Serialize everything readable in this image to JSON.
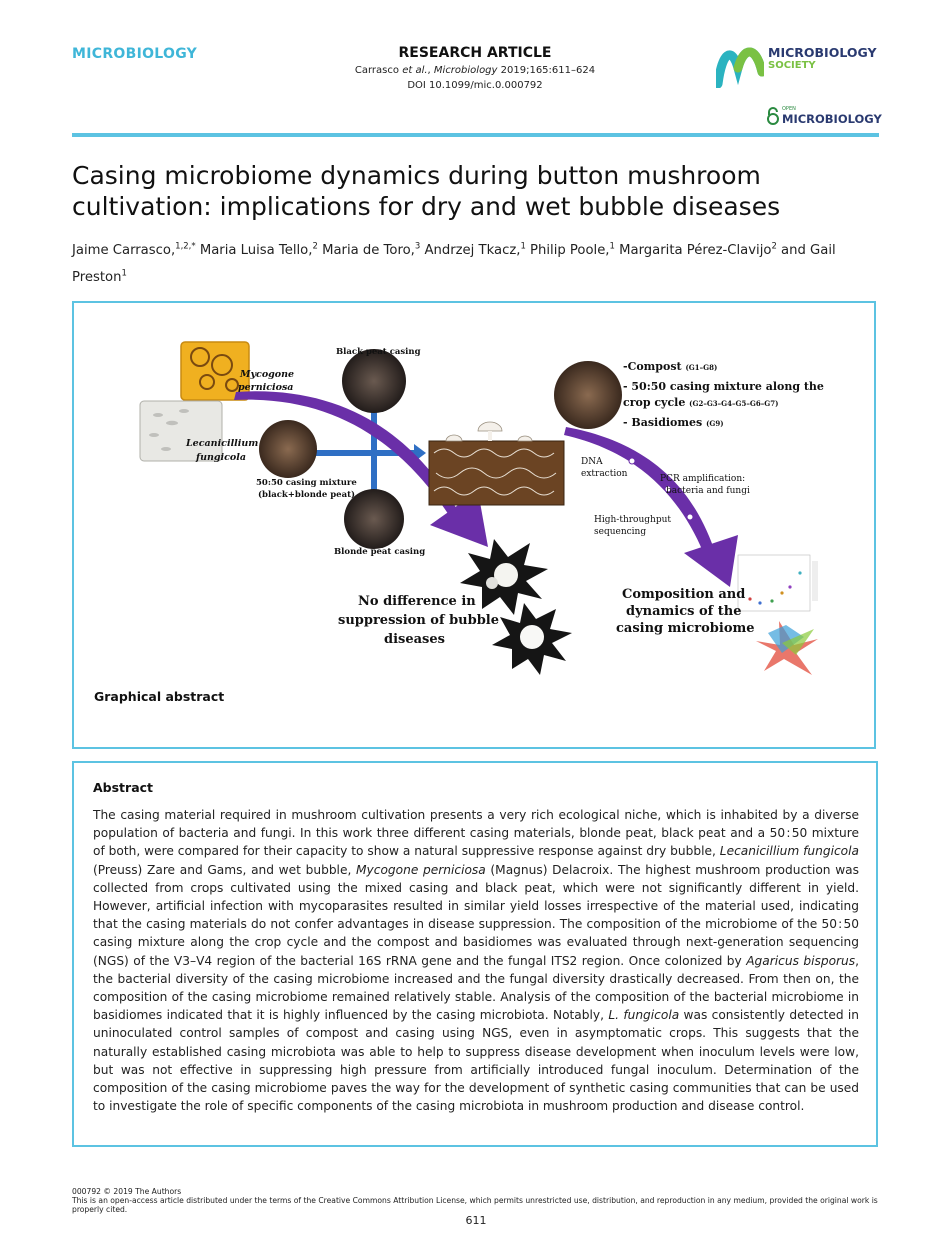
{
  "header": {
    "journal": "MICROBIOLOGY",
    "article_type": "RESEARCH ARTICLE",
    "citation_authors": "Carrasco",
    "citation_etal": "et al.",
    "citation_journal": "Microbiology",
    "citation_details": "2019;165:611–624",
    "doi": "DOI 10.1099/mic.0.000792",
    "society_line1": "MICROBIOLOGY",
    "society_line2": "SOCIETY",
    "open_small": "OPEN",
    "open_name": "MICROBIOLOGY"
  },
  "article": {
    "title": "Casing microbiome dynamics during button mushroom cultivation: implications for dry and wet bubble diseases",
    "authors": [
      {
        "name": "Jaime Carrasco,",
        "aff": "1,2,*"
      },
      {
        "name": " Maria Luisa Tello,",
        "aff": "2"
      },
      {
        "name": " Maria de Toro,",
        "aff": "3"
      },
      {
        "name": " Andrzej Tkacz,",
        "aff": "1"
      },
      {
        "name": " Philip Poole,",
        "aff": "1"
      },
      {
        "name": " Margarita Pérez-Clavijo",
        "aff": "2"
      },
      {
        "name": " and Gail Preston",
        "aff": "1"
      }
    ]
  },
  "graphical_abstract": {
    "caption": "Graphical abstract",
    "labels": {
      "mycogone_1": "Mycogone",
      "mycogone_2": "perniciosa",
      "lecanicillium_1": "Lecanicillium",
      "lecanicillium_2": "fungicola",
      "black_peat": "Black peat casing",
      "mixture_1": "50:50 casing mixture",
      "mixture_2": "(black+blonde peat)",
      "blonde_peat": "Blonde peat casing",
      "compost": "-Compost",
      "compost_g": "(G1–G8)",
      "mixture_line1": "- 50:50 casing mixture along the",
      "mixture_line2": "crop cycle",
      "mixture_g": "(G2–G3–G4–G5–G6–G7)",
      "basidiomes": "- Basidiomes",
      "basidiomes_g": "(G9)",
      "dna_1": "DNA",
      "dna_2": "extraction",
      "pcr_1": "PCR amplification:",
      "pcr_2": "bacteria and fungi",
      "hts_1": "High-throughput",
      "hts_2": "sequencing",
      "nodiff_1": "No difference in",
      "nodiff_2": "suppression of bubble",
      "nodiff_3": "diseases",
      "comp_1": "Composition and",
      "comp_2": "dynamics of the",
      "comp_3": "casing microbiome"
    }
  },
  "abstract": {
    "heading": "Abstract",
    "parts": [
      "The casing material required in mushroom cultivation presents a very rich ecological niche, which is inhabited by a diverse population of bacteria and fungi. In this work three different casing materials, blonde peat, black peat and a 50 : 50 mixture of both, were compared for their capacity to show a natural suppressive response against dry bubble, ",
      "Lecanicillium fungicola",
      " (Preuss) Zare and Gams, and wet bubble, ",
      "Mycogone perniciosa",
      " (Magnus) Delacroix. The highest mushroom production was collected from crops cultivated using the mixed casing and black peat, which were not significantly different in yield. However, artificial infection with mycoparasites resulted in similar yield losses irrespective of the material used, indicating that the casing materials do not confer advantages in disease suppression. The composition of the microbiome of the 50 : 50 casing mixture along the crop cycle and the compost and basidiomes was evaluated through next-generation sequencing (NGS) of the V3–V4 region of the bacterial 16S rRNA gene and the fungal ITS2 region. Once colonized by ",
      "Agaricus bisporus",
      ", the bacterial diversity of the casing microbiome increased and the fungal diversity drastically decreased. From then on, the composition of the casing microbiome remained relatively stable. Analysis of the composition of the bacterial microbiome in basidiomes indicated that it is highly influenced by the casing microbiota. Notably, ",
      "L. fungicola",
      " was consistently detected in uninoculated control samples of compost and casing using NGS, even in asymptomatic crops. This suggests that the naturally established casing microbiota was able to help to suppress disease development when inoculum levels were low, but was not effective in suppressing high pressure from artificially introduced fungal inoculum. Determination of the composition of the casing microbiome paves the way for the development of synthetic casing communities that can be used to investigate the role of specific components of the casing microbiota in mushroom production and disease control."
    ]
  },
  "footer": {
    "copyright": "000792 © 2019 The Authors",
    "license": "This is an open-access article distributed under the terms of the Creative Commons Attribution License, which permits unrestricted use, distribution, and reproduction in any medium, provided the original work is properly cited.",
    "page_number": "611"
  },
  "colors": {
    "accent": "#5cc3e2",
    "journal": "#3fb6d8",
    "arrow": "#6a2fa8",
    "cross": "#2f6fc4",
    "soil": "#6b4423"
  }
}
